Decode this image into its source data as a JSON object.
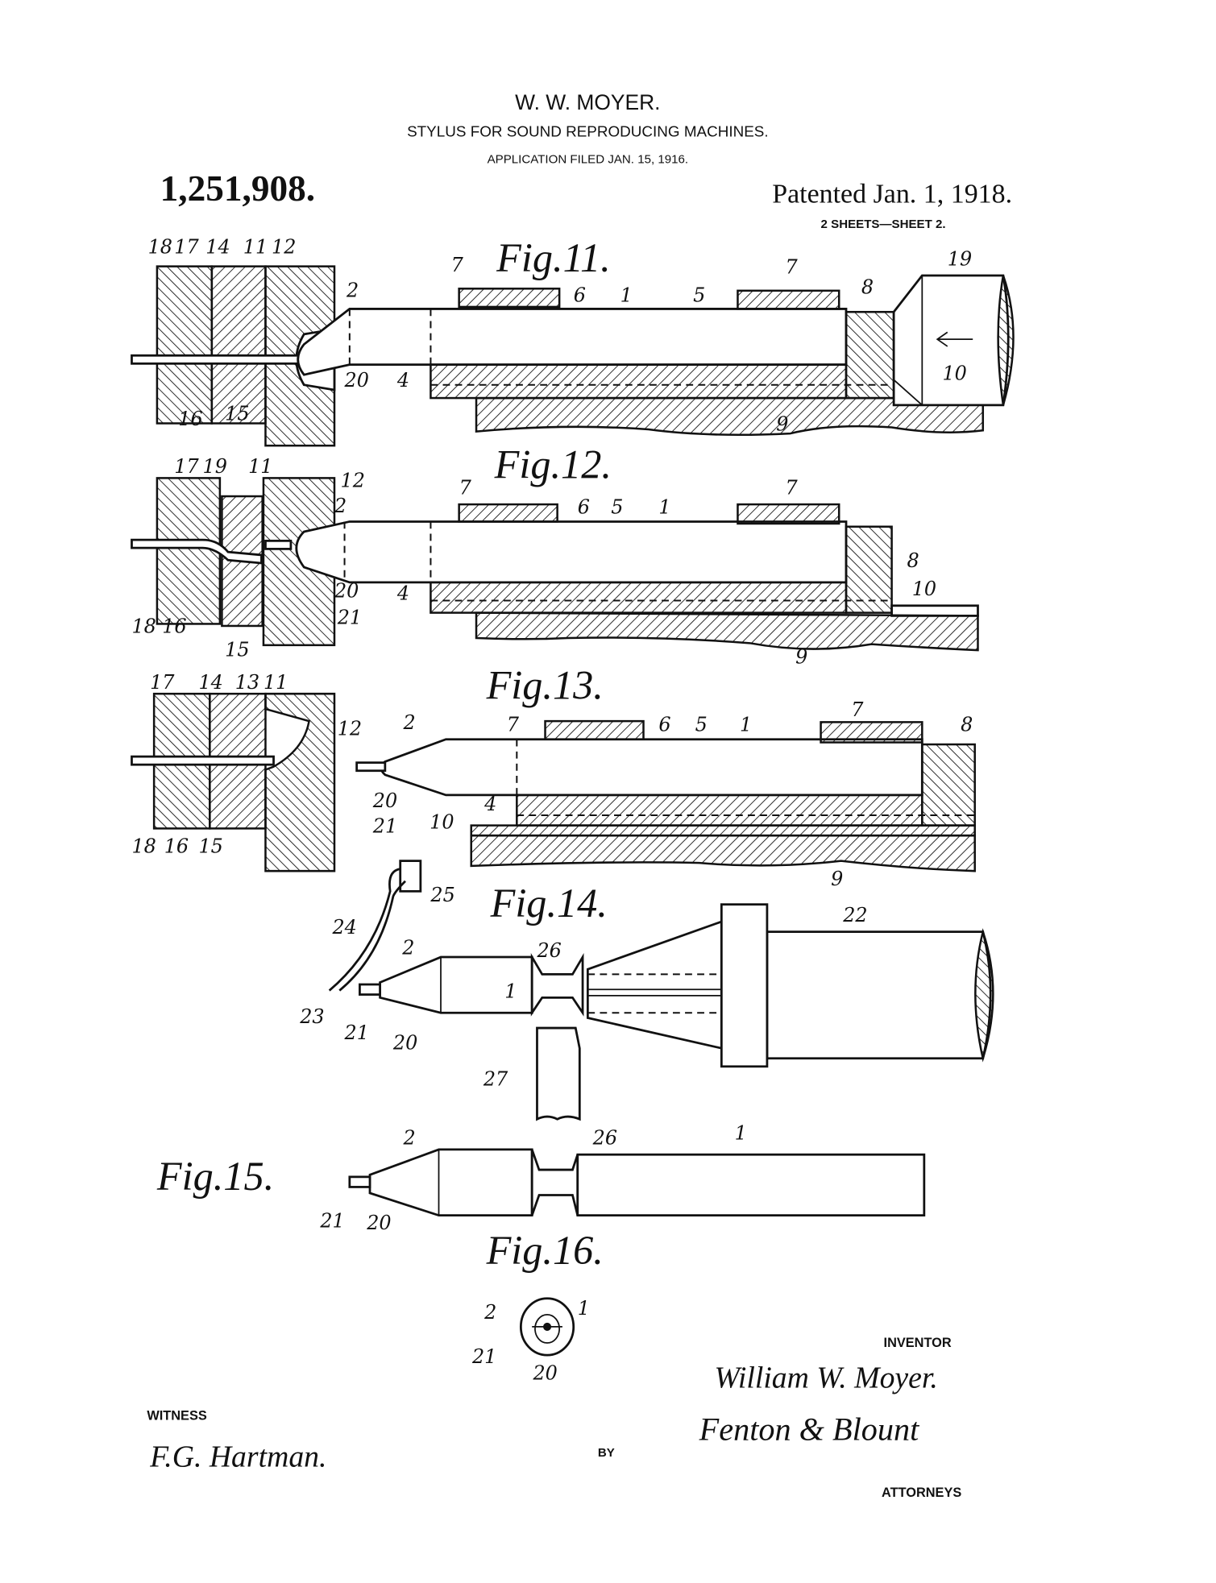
{
  "header": {
    "inventor_name": "W. W. MOYER.",
    "title": "STYLUS FOR SOUND REPRODUCING MACHINES.",
    "application": "APPLICATION FILED JAN. 15, 1916.",
    "patent_number": "1,251,908.",
    "patented": "Patented Jan. 1, 1918.",
    "sheets": "2 SHEETS—SHEET 2."
  },
  "figures": {
    "fig11": {
      "title": "Fig.11.",
      "labels": [
        "18",
        "17",
        "14",
        "11",
        "12",
        "7",
        "6",
        "1",
        "5",
        "7",
        "8",
        "19",
        "2",
        "20",
        "4",
        "10",
        "9",
        "16",
        "15"
      ]
    },
    "fig12": {
      "title": "Fig.12.",
      "labels": [
        "17",
        "19",
        "11",
        "12",
        "2",
        "7",
        "6",
        "5",
        "1",
        "7",
        "8",
        "10",
        "20",
        "4",
        "21",
        "18",
        "16",
        "15",
        "9"
      ]
    },
    "fig13": {
      "title": "Fig.13.",
      "labels": [
        "17",
        "14",
        "13",
        "11",
        "12",
        "2",
        "7",
        "6",
        "5",
        "1",
        "7",
        "8",
        "20",
        "21",
        "10",
        "4",
        "18",
        "16",
        "15",
        "9"
      ]
    },
    "fig14": {
      "title": "Fig.14.",
      "labels": [
        "25",
        "22",
        "24",
        "2",
        "26",
        "1",
        "23",
        "21",
        "20",
        "27"
      ]
    },
    "fig15": {
      "title": "Fig.15.",
      "labels": [
        "2",
        "26",
        "1",
        "21",
        "20"
      ]
    },
    "fig16": {
      "title": "Fig.16.",
      "labels": [
        "2",
        "1",
        "21",
        "20"
      ]
    }
  },
  "footer": {
    "inventor_label": "INVENTOR",
    "inventor_signature": "William W. Moyer.",
    "attorneys_signature": "Fenton & Blount",
    "by_label": "BY",
    "attorneys_label": "ATTORNEYS",
    "witness_label": "WITNESS",
    "witness_signature": "F.G. Hartman."
  }
}
